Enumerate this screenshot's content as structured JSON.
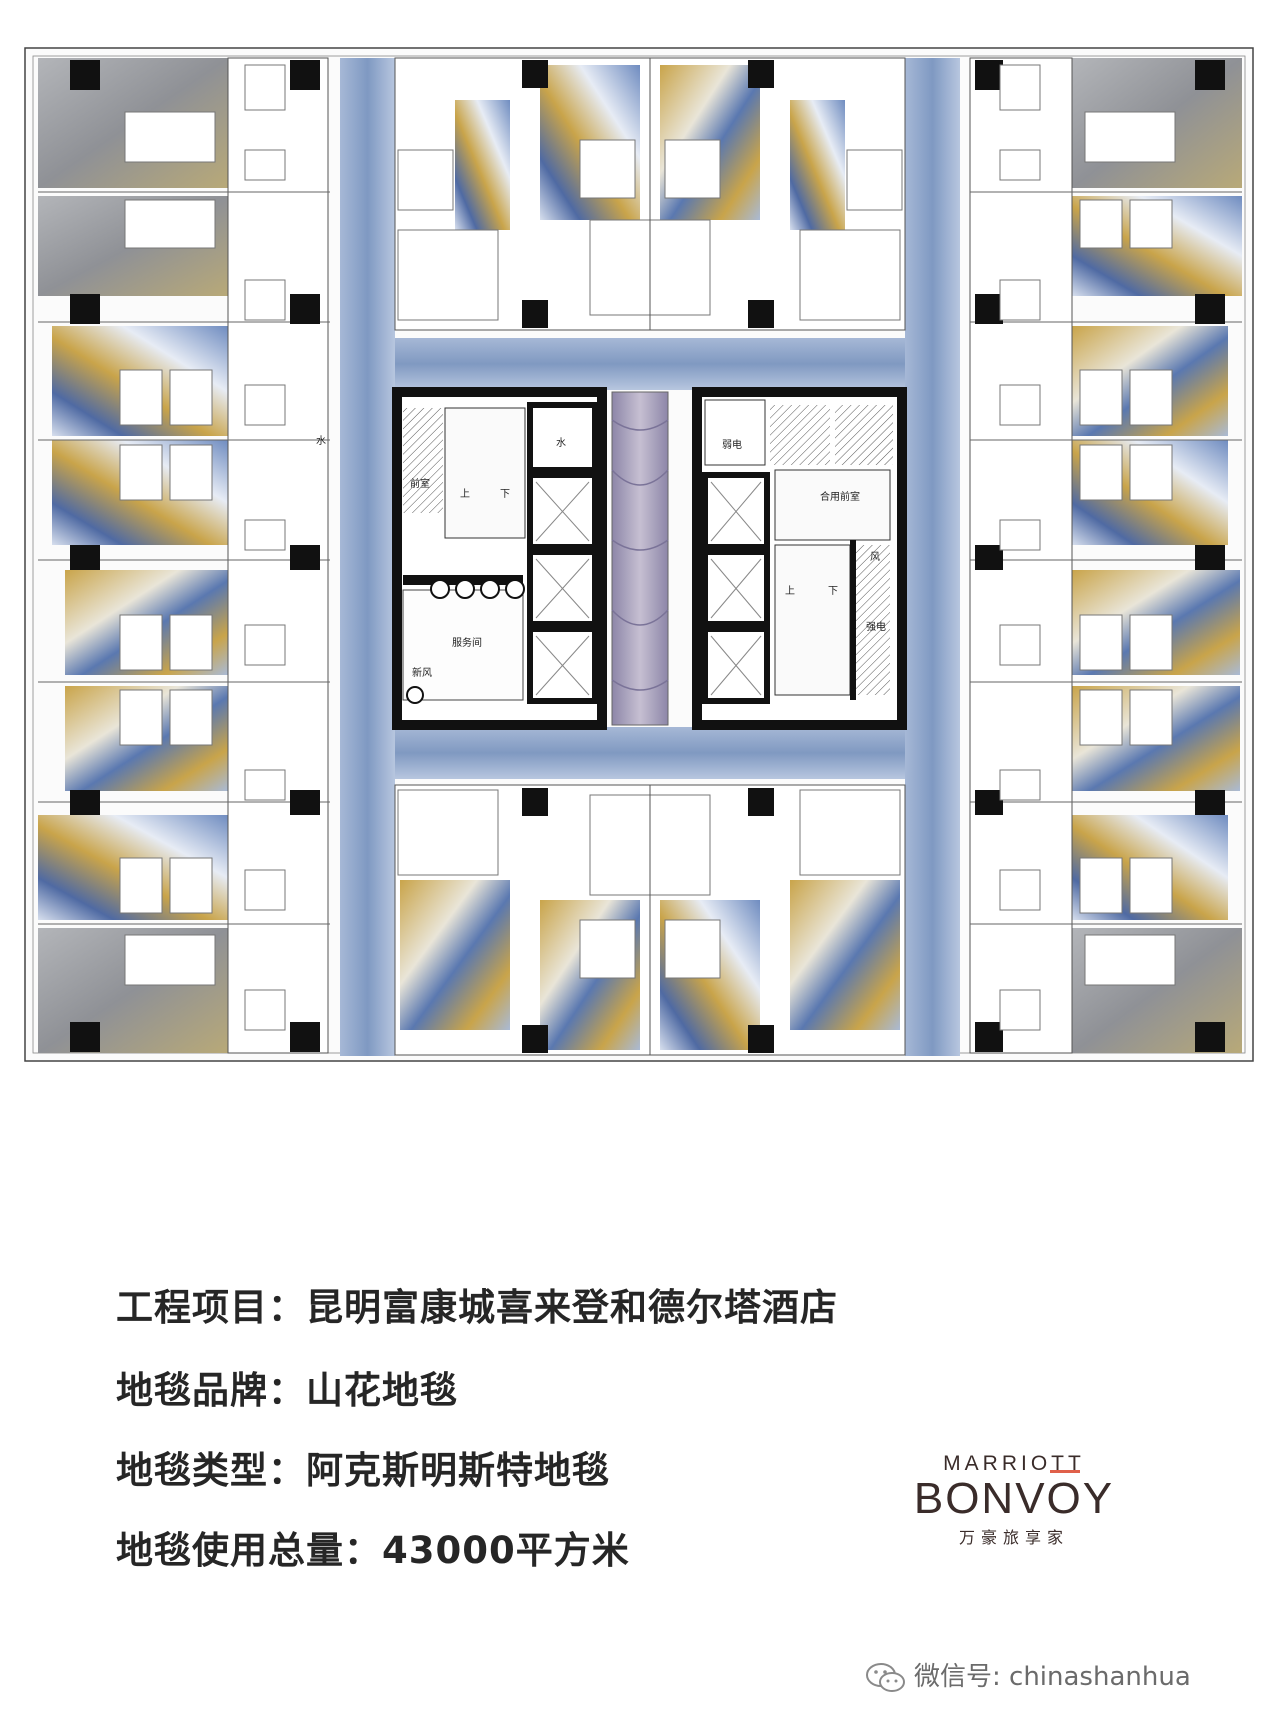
{
  "floor_plan": {
    "core_labels": {
      "front_room_left": "前室",
      "stairs_up": "上",
      "stairs_down": "下",
      "water_left": "水",
      "service_room": "服务间",
      "fresh_air": "新风",
      "shared_front_room": "合用前室",
      "strong_electric": "强电",
      "weak_electric": "弱电",
      "wind": "风",
      "water": "水",
      "stairs_up_right": "上",
      "stairs_down_right": "下"
    },
    "colors": {
      "corridor_blue": "#8aa3c6",
      "carpet_gold": "#c9a44a",
      "carpet_blue": "#5a78b0",
      "carpet_grey": "#9d9fa3",
      "core_wall": "#111111",
      "atrium_mauve": "#a79bb9"
    }
  },
  "info": {
    "project_label": "工程项目：",
    "project_value": "昆明富康城喜来登和德尔塔酒店",
    "brand_label": "地毯品牌：",
    "brand_value": "山花地毯",
    "type_label": "地毯类型：",
    "type_value": "阿克斯明斯特地毯",
    "amount_label": "地毯使用总量：",
    "amount_value": "43000平方米"
  },
  "logo": {
    "line1": "MARRIOTT",
    "line2_a": "BONV",
    "line2_o": "O",
    "line2_b": "Y",
    "line3": "万豪旅享家"
  },
  "watermark": {
    "text": "微信号: chinashanhua",
    "icon": "wechat-icon"
  }
}
